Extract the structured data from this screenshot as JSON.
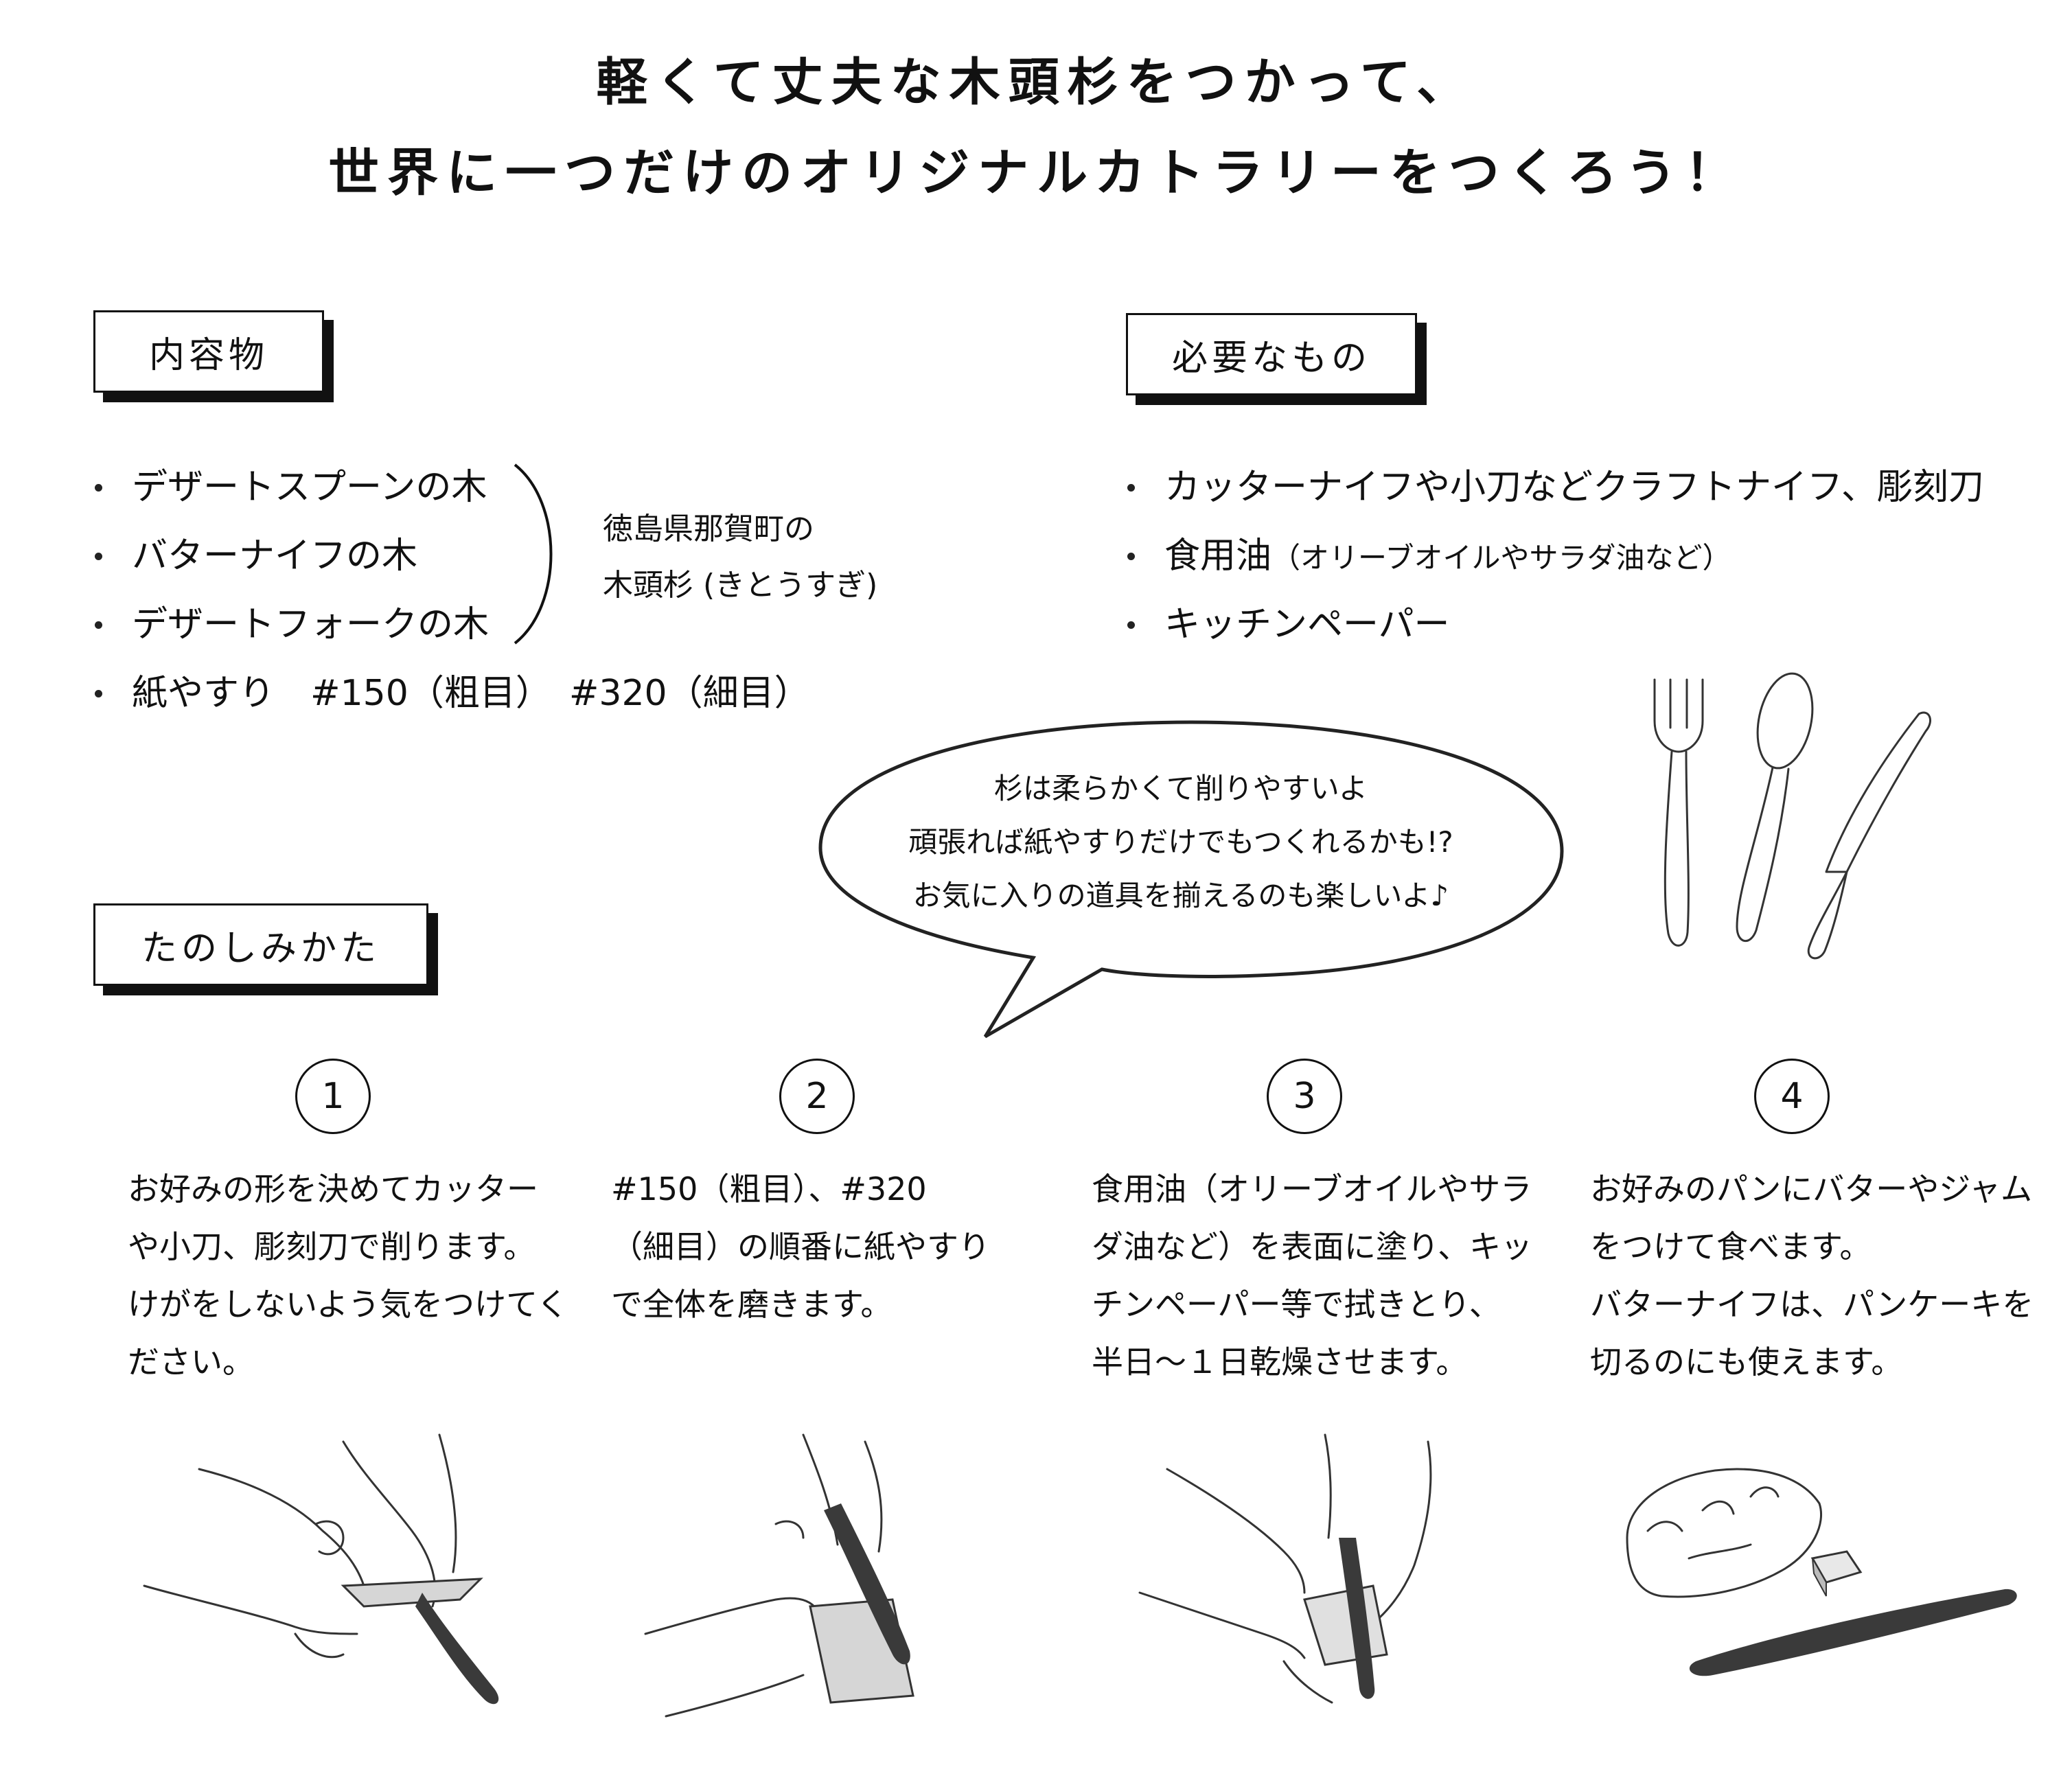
{
  "title": {
    "line1": "軽くて丈夫な木頭杉をつかって、",
    "line2": "世界に一つだけのオリジナルカトラリーをつくろう！"
  },
  "contents": {
    "heading": "内容物",
    "items": [
      "デザートスプーンの木",
      "バターナイフの木",
      "デザートフォークの木",
      "紙やすり　#150（粗目）　#320（細目）"
    ],
    "origin_line1": "徳島県那賀町の",
    "origin_line2": "木頭杉 (きとうすぎ)"
  },
  "needs": {
    "heading": "必要なもの",
    "items": [
      "カッターナイフや小刀などクラフトナイフ、彫刻刀",
      "食用油",
      "（オリーブオイルやサラダ油など）",
      "キッチンペーパー"
    ]
  },
  "bubble": {
    "line1": "杉は柔らかくて削りやすいよ",
    "line2": "頑張れば紙やすりだけでもつくれるかも!?",
    "line3": "お気に入りの道具を揃えるのも楽しいよ♪"
  },
  "howto": {
    "heading": "たのしみかた",
    "steps": [
      {
        "num": "1",
        "lines": [
          "お好みの形を決めてカッター",
          "や小刀、彫刻刀で削ります。",
          "けがをしないよう気をつけてく",
          "ださい。"
        ]
      },
      {
        "num": "2",
        "lines": [
          "#150（粗目）、#320",
          "（細目）の順番に紙やすり",
          "で全体を磨きます。"
        ]
      },
      {
        "num": "3",
        "lines": [
          "食用油（オリーブオイルやサラ",
          "ダ油など）を表面に塗り、キッ",
          "チンペーパー等で拭きとり、",
          "半日～１日乾燥させます。"
        ]
      },
      {
        "num": "4",
        "lines": [
          "お好みのパンにバターやジャム",
          "をつけて食べます。",
          "バターナイフは、パンケーキを",
          "切るのにも使えます。"
        ]
      }
    ]
  },
  "colors": {
    "ink": "#111111",
    "shade": "#3a3a3a",
    "paper": "#d6d6d6"
  }
}
